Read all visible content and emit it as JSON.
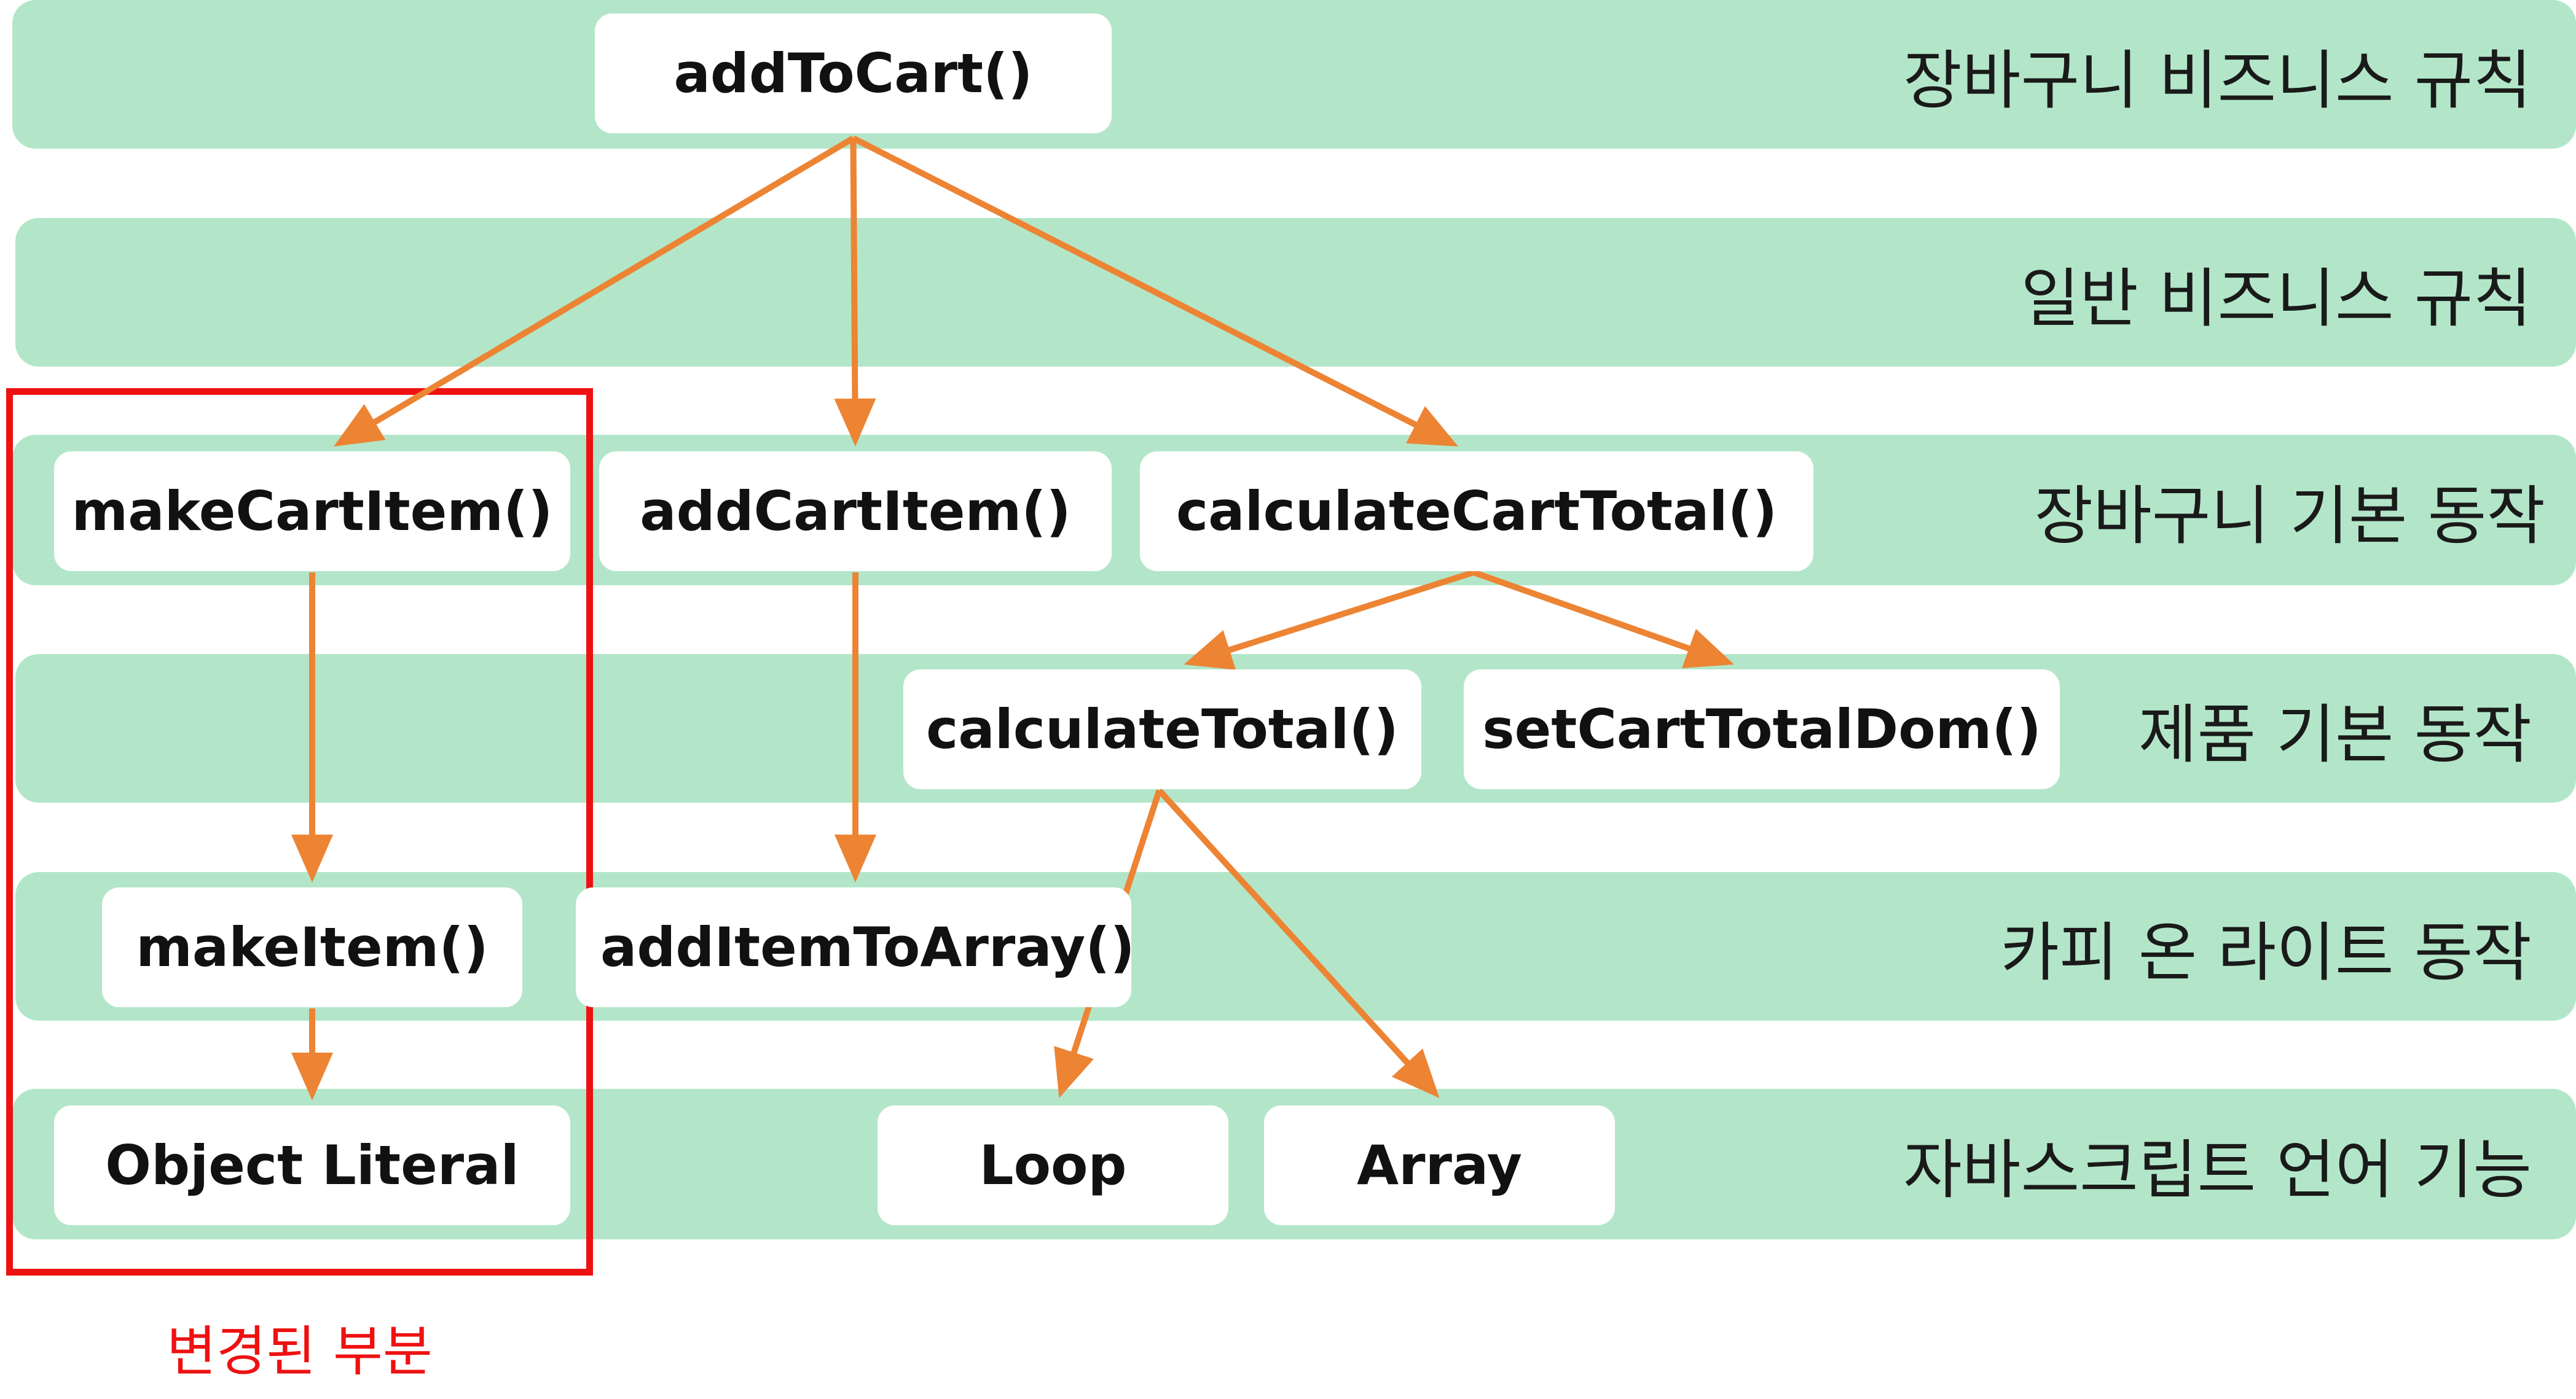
{
  "layers": [
    {
      "id": "cart-business-rules",
      "label": "장바구니 비즈니스 규칙"
    },
    {
      "id": "general-business-rules",
      "label": "일반 비즈니스 규칙"
    },
    {
      "id": "cart-basic-operations",
      "label": "장바구니 기본 동작"
    },
    {
      "id": "product-basic-operations",
      "label": "제품 기본 동작"
    },
    {
      "id": "copy-on-write-operations",
      "label": "카피 온 라이트 동작"
    },
    {
      "id": "javascript-language-features",
      "label": "자바스크립트 언어 기능"
    }
  ],
  "nodes": {
    "addToCart": "addToCart()",
    "makeCartItem": "makeCartItem()",
    "addCartItem": "addCartItem()",
    "calculateCartTotal": "calculateCartTotal()",
    "calculateTotal": "calculateTotal()",
    "setCartTotalDom": "setCartTotalDom()",
    "makeItem": "makeItem()",
    "addItemToArray": "addItemToArray()",
    "objectLiteral": "Object Literal",
    "loop": "Loop",
    "array": "Array"
  },
  "edges": [
    [
      "addToCart",
      "makeCartItem"
    ],
    [
      "addToCart",
      "addCartItem"
    ],
    [
      "addToCart",
      "calculateCartTotal"
    ],
    [
      "makeCartItem",
      "makeItem"
    ],
    [
      "addCartItem",
      "addItemToArray"
    ],
    [
      "calculateCartTotal",
      "calculateTotal"
    ],
    [
      "calculateCartTotal",
      "setCartTotalDom"
    ],
    [
      "calculateTotal",
      "loop"
    ],
    [
      "calculateTotal",
      "array"
    ],
    [
      "makeItem",
      "objectLiteral"
    ]
  ],
  "highlight": {
    "caption": "변경된 부분",
    "color": "#ee1111"
  },
  "colors": {
    "band": "#b3e6c9",
    "arrow": "#ec8434",
    "node": "#ffffff"
  }
}
